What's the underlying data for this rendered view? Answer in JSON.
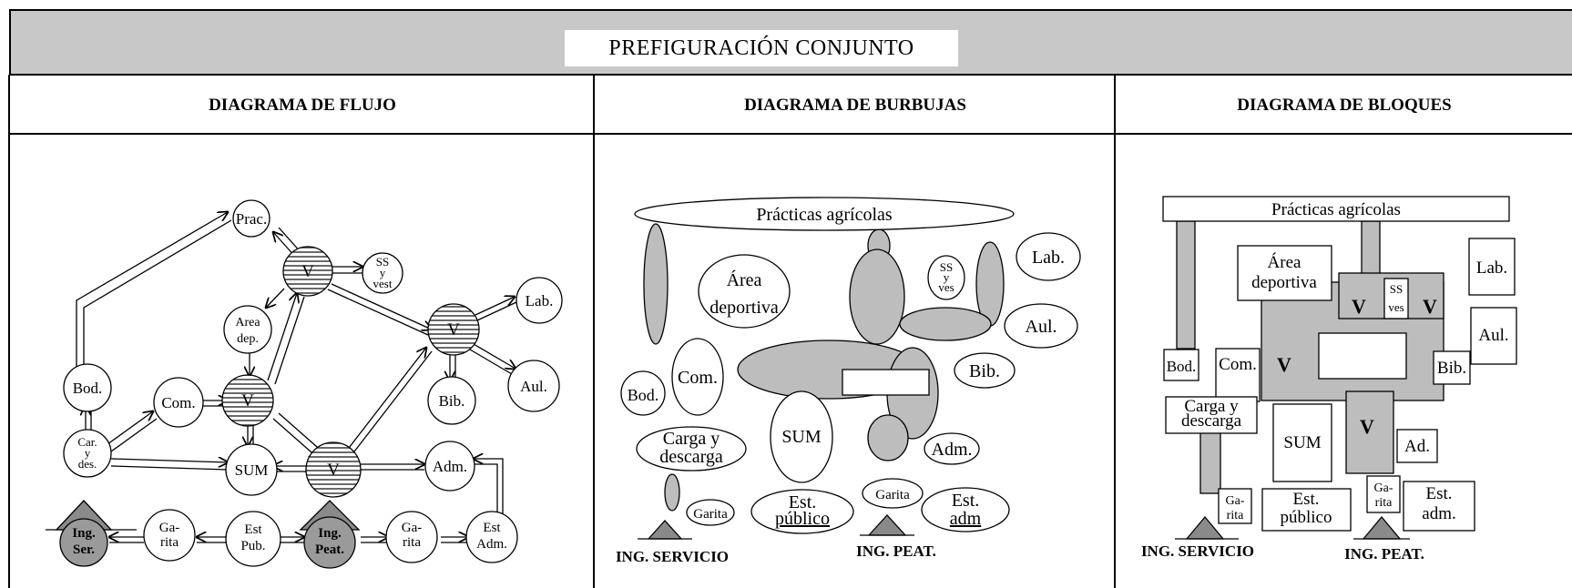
{
  "title": "PREFIGURACIÓN CONJUNTO",
  "columns": [
    "DIAGRAMA DE FLUJO",
    "DIAGRAMA DE BURBUJAS",
    "DIAGRAMA DE BLOQUES"
  ],
  "flujo": {
    "prac": "Prac.",
    "v": "V",
    "ss1": "SS",
    "ss2": "y",
    "ss3": "vest",
    "area1": "Area",
    "area2": "dep.",
    "lab": "Lab.",
    "bod": "Bod.",
    "com": "Com.",
    "bib": "Bib.",
    "aul": "Aul.",
    "car1": "Car.",
    "car2": "y",
    "car3": "des.",
    "sum": "SUM",
    "adm": "Adm.",
    "ingser1": "Ing.",
    "ingser2": "Ser.",
    "garita1": "Ga-",
    "garita2": "rita",
    "estpub1": "Est",
    "estpub2": "Pub.",
    "ingpeat1": "Ing.",
    "ingpeat2": "Peat.",
    "garita3": "Ga-",
    "garita4": "rita",
    "estadm1": "Est",
    "estadm2": "Adm."
  },
  "burbujas": {
    "practicas": "Prácticas agrícolas",
    "area1": "Área",
    "area2": "deportiva",
    "ss1": "SS",
    "ss2": "y",
    "ss3": "ves",
    "lab": "Lab.",
    "aul": "Aul.",
    "com": "Com.",
    "bod": "Bod.",
    "bib": "Bib.",
    "carga1": "Carga y",
    "carga2": "descarga",
    "sum": "SUM",
    "adm": "Adm.",
    "garita1": "Garita",
    "garita2": "Garita",
    "est1": "Est.",
    "est2": "público",
    "estadm1": "Est.",
    "estadm2": "adm",
    "ingservicio": "ING. SERVICIO",
    "ingpeat": "ING. PEAT."
  },
  "bloques": {
    "practicas": "Prácticas agrícolas",
    "area1": "Área",
    "area2": "deportiva",
    "v": "V",
    "ss1": "SS",
    "ss2": "ves",
    "lab": "Lab.",
    "aul": "Aul.",
    "bod": "Bod.",
    "com": "Com.",
    "bib": "Bib.",
    "carga1": "Carga   y",
    "carga2": "descarga",
    "sum": "SUM",
    "ad": "Ad.",
    "garita1": "Ga-",
    "garita2": "rita",
    "est1": "Est.",
    "est2": "público",
    "garita3": "Ga-",
    "garita4": "rita",
    "estadm1": "Est.",
    "estadm2": "adm.",
    "ingservicio": "ING. SERVICIO",
    "ingpeat": "ING. PEAT."
  }
}
